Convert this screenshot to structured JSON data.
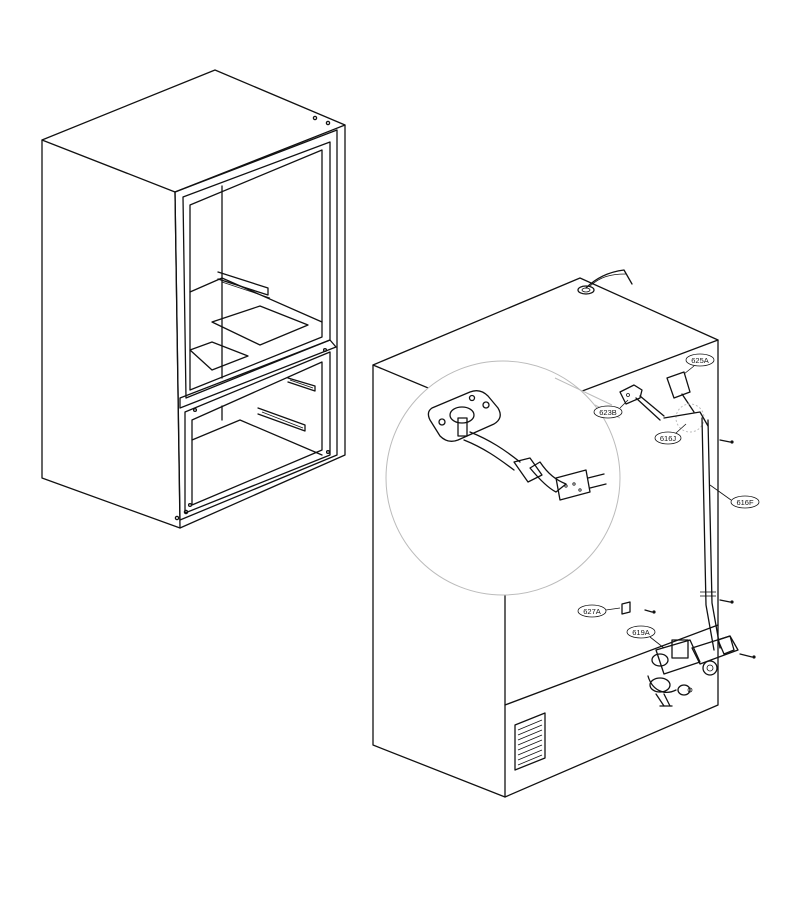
{
  "diagram": {
    "colors": {
      "line": "#111111",
      "background": "#ffffff",
      "zoom_circle": "#bbbbbb"
    },
    "left_view": "refrigerator-cabinet-front-open",
    "right_view": "refrigerator-cabinet-rear-water-line",
    "callouts": [
      {
        "id": "625A",
        "label": "625A"
      },
      {
        "id": "623B",
        "label": "623B"
      },
      {
        "id": "616J",
        "label": "616J"
      },
      {
        "id": "616F",
        "label": "616F"
      },
      {
        "id": "627A",
        "label": "627A"
      },
      {
        "id": "619A",
        "label": "619A"
      }
    ]
  }
}
